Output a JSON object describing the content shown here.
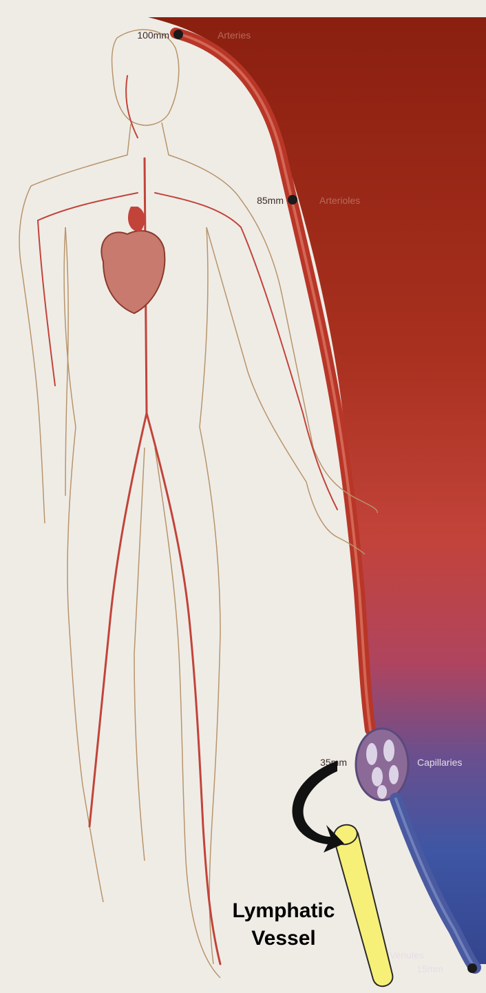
{
  "labels": {
    "arteries_pressure": "100mm",
    "arteries": "Arteries",
    "arterioles_pressure": "85mm",
    "arterioles": "Arterioles",
    "capillaries_pressure": "35mm",
    "capillaries": "Capillaries",
    "venules": "Venules",
    "venules_pressure": "15mm",
    "lymphatic_line1": "Lymphatic",
    "lymphatic_line2": "Vessel"
  },
  "colors": {
    "background": "#efece6",
    "artery_red": "#9e2a1c",
    "vein_blue": "#3e4f9a",
    "vessel_red": "#c2433a",
    "lymph_yellow": "#f7f078",
    "outline": "#b8946a"
  }
}
